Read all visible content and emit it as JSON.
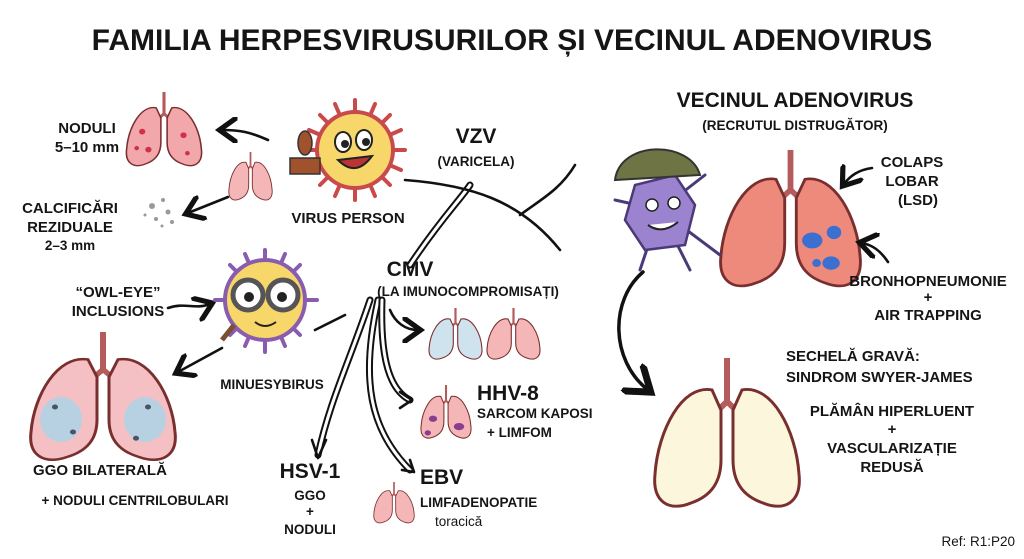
{
  "title": "FAMILIA HERPESVIRUSURILOR ȘI VECINUL ADENOVIRUS",
  "vzv": {
    "name": "VZV",
    "subtitle": "(VARICELA)",
    "character": "VIRUS PERSON",
    "nodules": [
      "NODULI",
      "5–10 mm"
    ],
    "calcifications": [
      "CALCIFICĂRI",
      "REZIDUALE",
      "2–3 mm"
    ]
  },
  "cmv": {
    "name": "CMV",
    "subtitle": "(LA IMUNOCOMPROMISAȚI)",
    "owl_eye": [
      "“OWL-EYE”",
      "INCLUSIONS"
    ],
    "character": "MINUESYBIRUS",
    "finding": [
      "GGO BILATERALĂ",
      "+ NODULI CENTRILOBULARI"
    ]
  },
  "hhv8": {
    "name": "HHV-8",
    "lines": [
      "SARCOM KAPOSI",
      "+ LIMFOM"
    ]
  },
  "hsv1": {
    "name": "HSV-1",
    "lines": [
      "GGO",
      "+",
      "NODULI"
    ]
  },
  "ebv": {
    "name": "EBV",
    "lines": [
      "LIMFADENOPATIE",
      "toracică"
    ]
  },
  "adeno": {
    "title": "VECINUL ADENOVIRUS",
    "subtitle": "(RECRUTUL DISTRUGĂTOR)",
    "colaps": [
      "COLAPS",
      "LOBAR",
      "(LSD)"
    ],
    "broncho": [
      "BRONHOPNEUMONIE",
      "+",
      "AIR TRAPPING"
    ],
    "sequela": [
      "SECHELĂ GRAVĂ:",
      "SINDROM SWYER-JAMES"
    ],
    "features": [
      "PLĂMÂN HIPERLUENT",
      "+",
      "VASCULARIZAȚIE",
      "REDUSĂ"
    ]
  },
  "ref": "Ref: R1:P20",
  "colors": {
    "lung_pink": "#f2a7ab",
    "lung_red": "#ee8a7c",
    "virus_yellow": "#f7d66a",
    "virus_red": "#c94a4a",
    "virus_purple": "#8a5cb0",
    "ggo_blue": "#a9d4ea",
    "lung_pale": "#fbf6dc"
  }
}
